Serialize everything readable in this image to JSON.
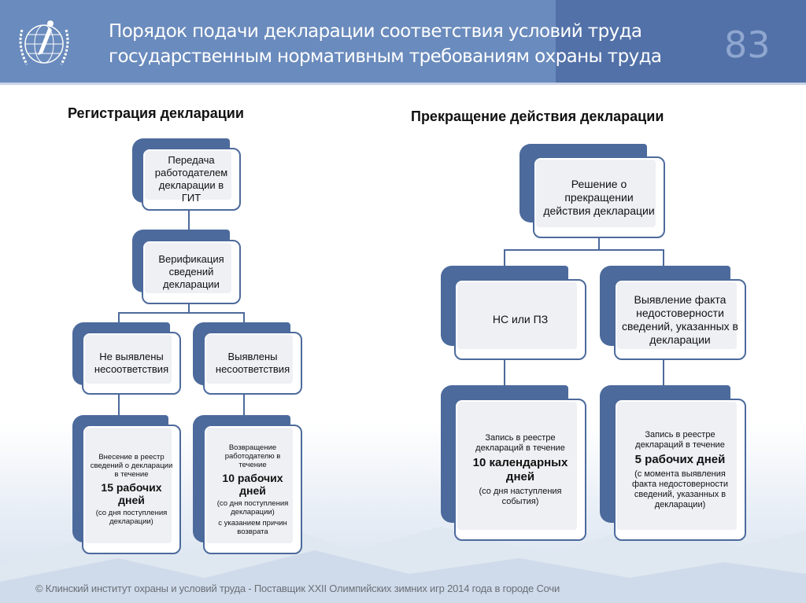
{
  "header": {
    "title_line1": "Порядок подачи декларации соответствия условий труда",
    "title_line2": "государственным нормативным требованиям охраны труда",
    "page_number": "83"
  },
  "left": {
    "title": "Регистрация декларации",
    "n1": "Передача работодателем декларации в ГИТ",
    "n2": "Верификация сведений декларации",
    "n3": "Не выявлены несоответствия",
    "n4": "Выявлены несоответствия",
    "n5": {
      "top": "Внесение в реестр сведений о декларации в течение",
      "big": "15 рабочих дней",
      "note": "(со дня поступления декларации)"
    },
    "n6": {
      "top": "Возвращение работодателю в течение",
      "big": "10 рабочих дней",
      "note": "(со дня поступления декларации)",
      "note2": "с указанием причин возврата"
    }
  },
  "right": {
    "title": "Прекращение действия декларации",
    "n1": "Решение о прекращении действия декларации",
    "n2": "НС или ПЗ",
    "n3": "Выявление факта недостоверности сведений, указанных в декларации",
    "n4": {
      "top": "Запись в реестре деклараций в течение",
      "big": "10 календарных дней",
      "note": "(со дня наступления события)"
    },
    "n5": {
      "top": "Запись в реестре деклараций в течение",
      "big": "5 рабочих дней",
      "note": "(с момента выявления факта недостоверности сведений, указанных в декларации)"
    }
  },
  "footer": "© Клинский институт охраны и условий труда - Поставщик XXII Олимпийских зимних игр 2014 года в городе Сочи",
  "colors": {
    "header": "#6a8bbd",
    "header_dark": "#5271a8",
    "node": "#4c6a9c"
  }
}
